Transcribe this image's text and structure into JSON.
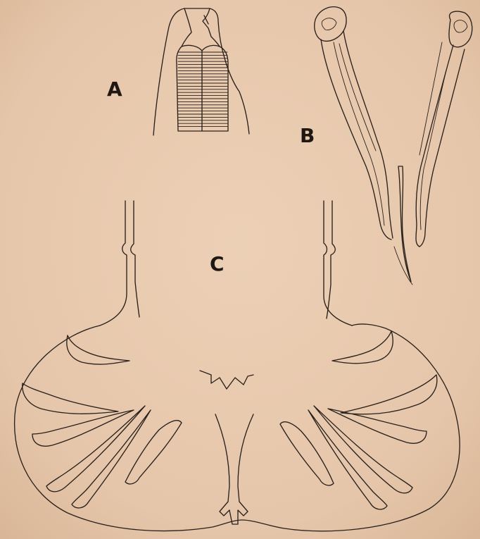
{
  "figure": {
    "labels": {
      "a": "A",
      "b": "B",
      "c": "C"
    }
  },
  "colors": {
    "paper": "#e8c9ae",
    "paper_shade": "#d9b595",
    "ink": "#2a211c"
  }
}
